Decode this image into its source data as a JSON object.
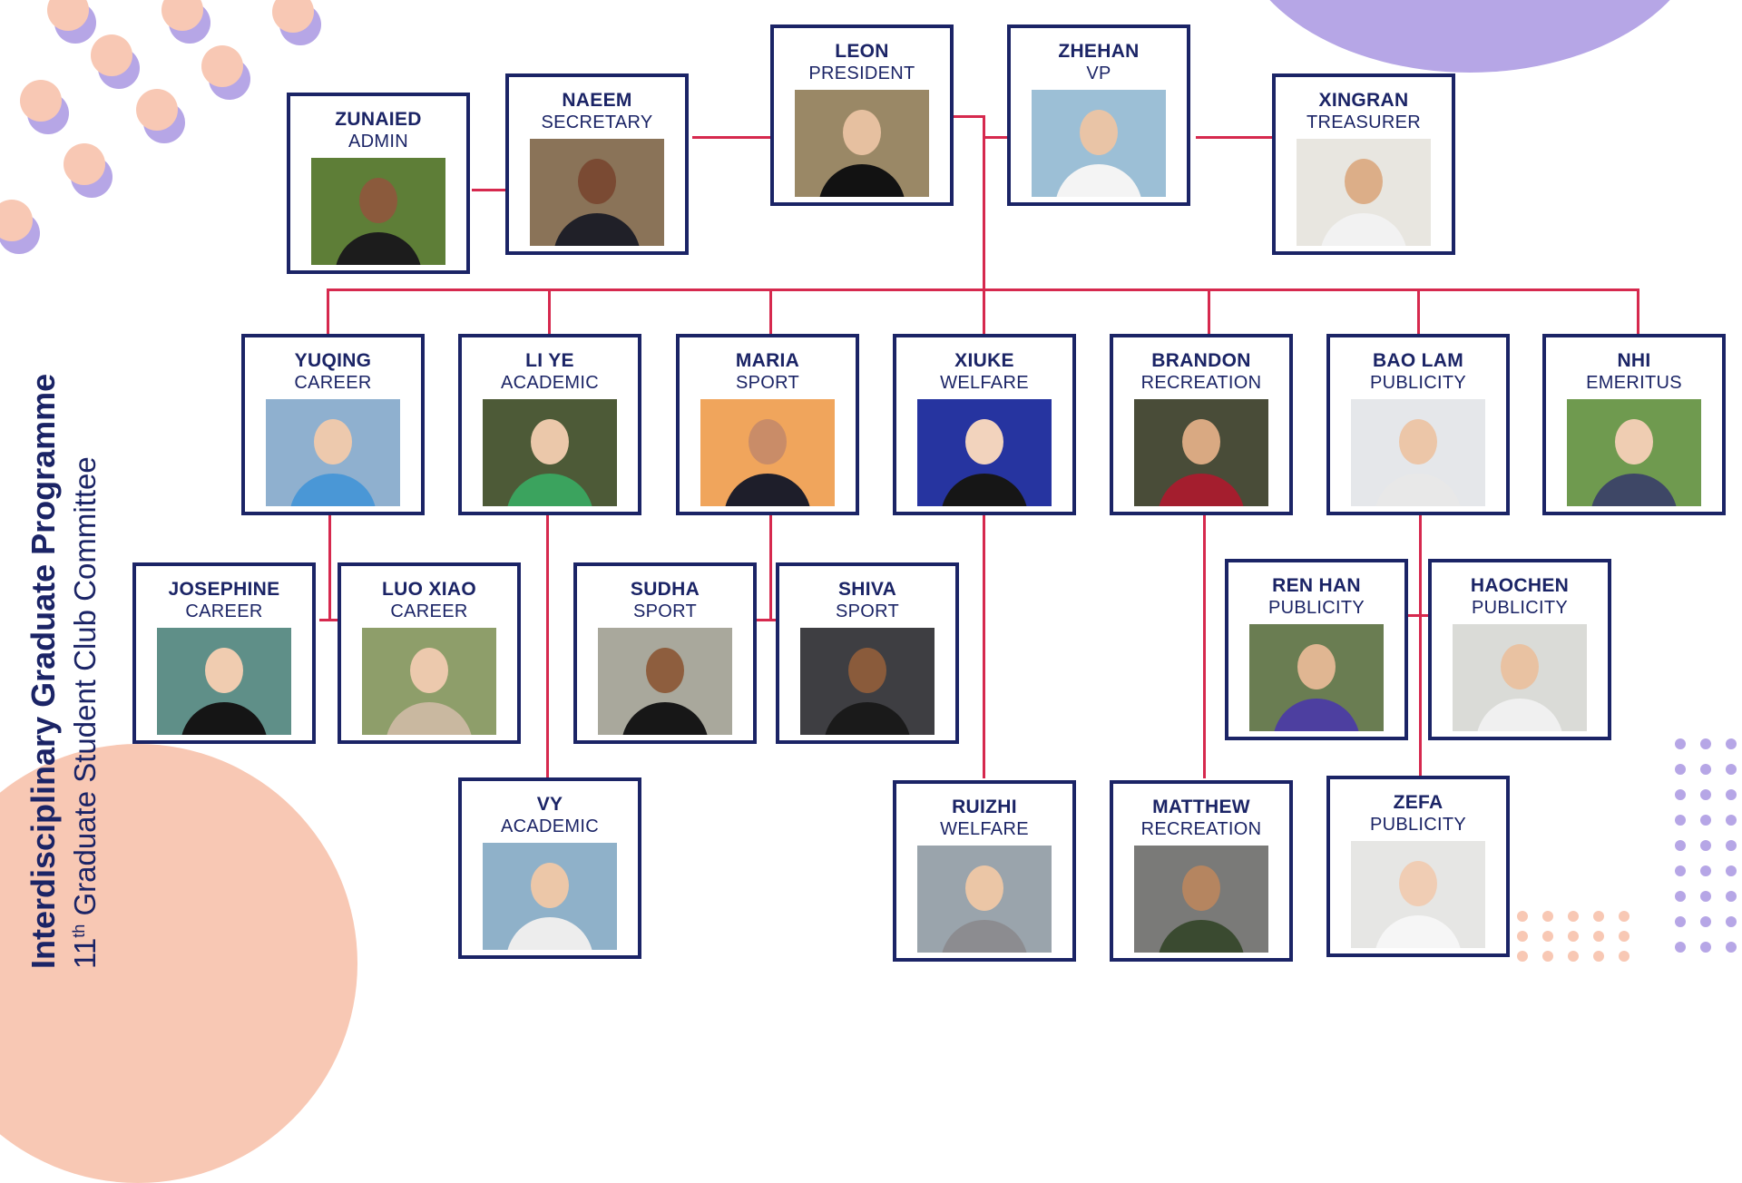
{
  "heading": {
    "programme": "Interdisciplinary Graduate Programme",
    "committee_ordinal": "11",
    "committee_suffix": "th",
    "committee_rest": "Graduate Student Club Committee"
  },
  "colors": {
    "navy": "#1b2466",
    "connector": "#d6294e",
    "peach": "#f8c8b4",
    "lavender": "#b6a6e6"
  },
  "members": [
    {
      "name": "ZUNAIED",
      "role": "ADMIN",
      "photo": {
        "bg": "#5e7e37",
        "skin": "#8b5a3c",
        "shirt": "#1c1c1c"
      }
    },
    {
      "name": "NAEEM",
      "role": "SECRETARY",
      "photo": {
        "bg": "#8a7358",
        "skin": "#7a4a33",
        "shirt": "#202028"
      }
    },
    {
      "name": "LEON",
      "role": "PRESIDENT",
      "photo": {
        "bg": "#9a8866",
        "skin": "#e6c0a0",
        "shirt": "#121212"
      }
    },
    {
      "name": "ZHEHAN",
      "role": "VP",
      "photo": {
        "bg": "#9cbfd6",
        "skin": "#e9c4a6",
        "shirt": "#f4f4f4"
      }
    },
    {
      "name": "XINGRAN",
      "role": "TREASURER",
      "photo": {
        "bg": "#e8e6e0",
        "skin": "#dcae88",
        "shirt": "#f2f2f2"
      }
    },
    {
      "name": "YUQING",
      "role": "CAREER",
      "photo": {
        "bg": "#8fb0cf",
        "skin": "#edc9ad",
        "shirt": "#4a97d6"
      }
    },
    {
      "name": "LI YE",
      "role": "ACADEMIC",
      "photo": {
        "bg": "#4d5a37",
        "skin": "#ebc8aa",
        "shirt": "#3ba35e"
      }
    },
    {
      "name": "MARIA",
      "role": "SPORT",
      "photo": {
        "bg": "#f0a55c",
        "skin": "#c98c68",
        "shirt": "#1e1e2a"
      }
    },
    {
      "name": "XIUKE",
      "role": "WELFARE",
      "photo": {
        "bg": "#2634a0",
        "skin": "#f2d3bd",
        "shirt": "#161616"
      }
    },
    {
      "name": "BRANDON",
      "role": "RECREATION",
      "photo": {
        "bg": "#494c38",
        "skin": "#d9a982",
        "shirt": "#a41e2e"
      }
    },
    {
      "name": "BAO LAM",
      "role": "PUBLICITY",
      "photo": {
        "bg": "#e5e7ea",
        "skin": "#ecc6a8",
        "shirt": "#e8e8e8"
      }
    },
    {
      "name": "NHI",
      "role": "EMERITUS",
      "photo": {
        "bg": "#6f9a4f",
        "skin": "#efcdb2",
        "shirt": "#3e4766"
      }
    },
    {
      "name": "JOSEPHINE",
      "role": "CAREER",
      "photo": {
        "bg": "#5f8f88",
        "skin": "#f0ccb0",
        "shirt": "#151515"
      }
    },
    {
      "name": "LUO XIAO",
      "role": "CAREER",
      "photo": {
        "bg": "#8e9e6a",
        "skin": "#ecc9ad",
        "shirt": "#c9b8a0"
      }
    },
    {
      "name": "SUDHA",
      "role": "SPORT",
      "photo": {
        "bg": "#a9a89c",
        "skin": "#8e5e3e",
        "shirt": "#171717"
      }
    },
    {
      "name": "SHIVA",
      "role": "SPORT",
      "photo": {
        "bg": "#3e3e42",
        "skin": "#8a5b3b",
        "shirt": "#1a1a1a"
      }
    },
    {
      "name": "REN HAN",
      "role": "PUBLICITY",
      "photo": {
        "bg": "#6a7d52",
        "skin": "#e0b692",
        "shirt": "#4d3fa0"
      }
    },
    {
      "name": "HAOCHEN",
      "role": "PUBLICITY",
      "photo": {
        "bg": "#dadbd7",
        "skin": "#e9c2a2",
        "shirt": "#f0f0f0"
      }
    },
    {
      "name": "VY",
      "role": "ACADEMIC",
      "photo": {
        "bg": "#8fb1c9",
        "skin": "#ecc7a8",
        "shirt": "#ededed"
      }
    },
    {
      "name": "RUIZHI",
      "role": "WELFARE",
      "photo": {
        "bg": "#9aa4ac",
        "skin": "#ebc6a6",
        "shirt": "#8c8c90"
      }
    },
    {
      "name": "MATTHEW",
      "role": "RECREATION",
      "photo": {
        "bg": "#7a7a78",
        "skin": "#b58560",
        "shirt": "#3a4a30"
      }
    },
    {
      "name": "ZEFA",
      "role": "PUBLICITY",
      "photo": {
        "bg": "#e6e6e4",
        "skin": "#f0cdb4",
        "shirt": "#f6f6f6"
      }
    }
  ]
}
